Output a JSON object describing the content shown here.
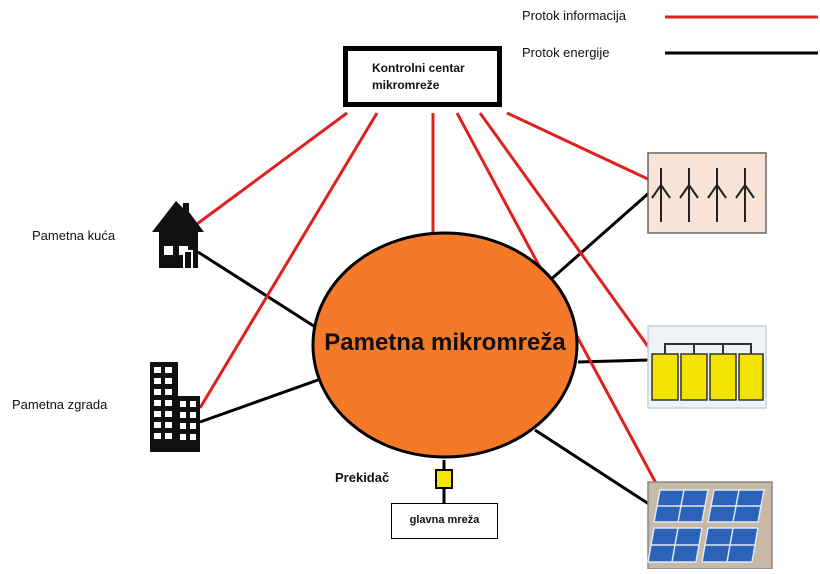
{
  "legend": {
    "info_flow_label": "Protok informacija",
    "energy_flow_label": "Protok energije",
    "info_flow_color": "#e0201f",
    "energy_flow_color": "#000000"
  },
  "control_center": {
    "line1": "Kontrolni centar",
    "line2": "mikromreže"
  },
  "core": {
    "label": "Pametna mikromreža",
    "fill_color": "#f47a2a"
  },
  "nodes": {
    "smart_house": {
      "label": "Pametna kuća",
      "icon": "house-icon"
    },
    "smart_building": {
      "label": "Pametna zgrada",
      "icon": "building-icon"
    },
    "wind": {
      "icon": "wind-turbines-icon"
    },
    "battery": {
      "icon": "battery-storage-icon"
    },
    "solar": {
      "icon": "solar-panels-icon"
    }
  },
  "switch": {
    "label": "Prekidač",
    "icon": "switch-icon",
    "color": "#f5e600"
  },
  "main_grid": {
    "label": "glavna mreža"
  }
}
